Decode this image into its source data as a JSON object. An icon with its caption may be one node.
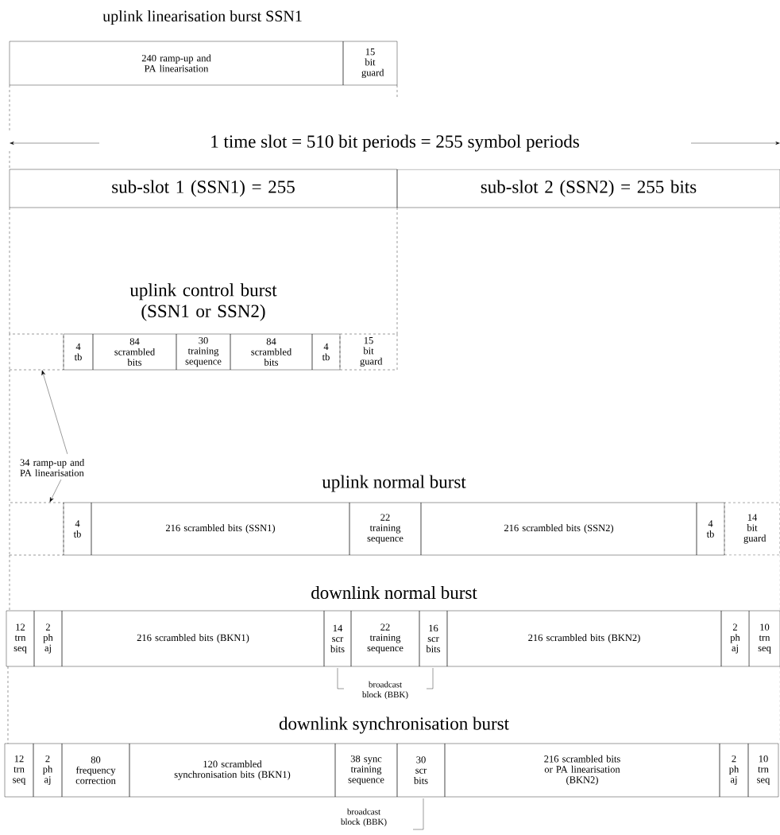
{
  "diagram": {
    "nodes": [
      {
        "text": [
          "240 ramp-up and PA linearisation"
        ]
      },
      {
        "text": [
          "15 bit guard"
        ]
      },
      {
        "text": [
          "sub-slot 1 (SSN1) = 255"
        ]
      },
      {
        "text": [
          "sub-slot 2 (SSN2) = 255 bits"
        ]
      },
      {
        "text": [],
        "shape": "box"
      },
      {
        "text": [
          "4 tb"
        ]
      },
      {
        "text": [
          "84 scrambled bits"
        ]
      },
      {
        "text": [
          "30 training sequence"
        ]
      },
      {
        "text": [
          "84 scrambled bits"
        ]
      },
      {
        "text": [
          "4 tb"
        ]
      },
      {
        "text": [
          "15 bit guard"
        ]
      },
      {
        "text": [
          "34 ramp-up and PA linearisation"
        ]
      },
      {
        "text": [],
        "shape": "box"
      },
      {
        "text": [
          "4 tb"
        ]
      },
      {
        "text": [
          "216 scrambled bits (SSN1)"
        ]
      },
      {
        "text": [
          "22 training sequence"
        ]
      },
      {
        "text": [
          "216 scrambled bits (SSN2)"
        ]
      },
      {
        "text": [
          "4 tb"
        ]
      },
      {
        "text": [
          "14 bit guard"
        ]
      },
      {
        "text": [
          "12 trn seq"
        ]
      },
      {
        "text": [
          "2 ph aj"
        ]
      },
      {
        "text": [
          "216 scrambled bits (BKN1)"
        ]
      },
      {
        "text": [
          "14 scr bits"
        ]
      },
      {
        "text": [
          "22 training sequence"
        ]
      },
      {
        "text": [
          "16 scr bits"
        ]
      },
      {
        "text": [
          "216 scrambled bits (BKN2)"
        ]
      },
      {
        "text": [
          "2 ph aj"
        ]
      },
      {
        "text": [
          "10 trn seq"
        ]
      },
      {
        "text": [
          "12 trn seq"
        ]
      },
      {
        "text": [
          "2 ph aj"
        ]
      },
      {
        "text": [
          "80 frequency correction"
        ]
      },
      {
        "text": [
          "120 scrambled synchronisation bits (BKN1)"
        ]
      },
      {
        "text": [
          "38 sync training sequence"
        ]
      },
      {
        "text": [
          "30 scr bits"
        ]
      },
      {
        "text": [
          "216 scrambled bits or PA linearisation (BKN2)"
        ]
      },
      {
        "text": [
          "2 ph aj"
        ]
      },
      {
        "text": [
          "10 trn seq"
        ]
      }
    ],
    "edges": [
      {
        "from": 11,
        "to": 4,
        "arrow": "to"
      },
      {
        "from": 11,
        "to": 12,
        "arrow": "to"
      }
    ],
    "labels": [
      "uplink linearisation burst SSN1",
      "1 time slot = 510 bit periods = 255 symbol periods",
      "uplink control burst (SSN1 or SSN2)",
      "uplink normal burst",
      "downlink normal burst",
      "broadcast block (BBK)",
      "downlink synchronisation burst",
      "broadcast block (BBK)"
    ]
  }
}
